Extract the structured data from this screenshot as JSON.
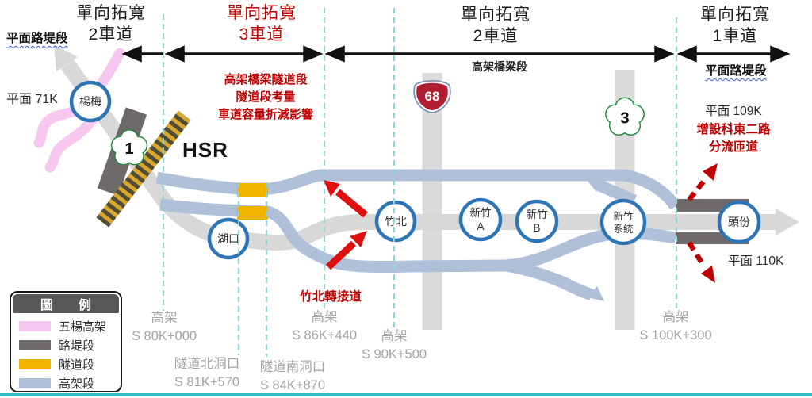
{
  "sections": [
    {
      "title": "單向拓寬",
      "lanes": "2車道"
    },
    {
      "title": "單向拓寬",
      "lanes": "3車道",
      "notes": [
        "高架橋梁隧道段",
        "隧道段考量",
        "車道容量折減影響"
      ]
    },
    {
      "title": "單向拓寬",
      "lanes": "2車道",
      "sub": "高架橋梁段"
    },
    {
      "title": "單向拓寬",
      "lanes": "1車道",
      "sub": "平面路堤段"
    }
  ],
  "labels": {
    "surface_embankment_left": "平面路堤段",
    "km_71": "平面 71K",
    "km_109": "平面 109K",
    "km_110": "平面 110K",
    "ramp_note_1": "增設科東二路",
    "ramp_note_2": "分流匝道",
    "transfer_note": "竹北轉接道",
    "hsr": "HSR"
  },
  "stations": [
    {
      "lines": [
        "楊梅"
      ]
    },
    {
      "lines": [
        "湖口"
      ]
    },
    {
      "lines": [
        "竹北"
      ]
    },
    {
      "lines": [
        "新竹",
        "A"
      ]
    },
    {
      "lines": [
        "新竹",
        "B"
      ]
    },
    {
      "lines": [
        "新竹",
        "系統"
      ]
    },
    {
      "lines": [
        "頭份"
      ]
    }
  ],
  "shields": {
    "national_1": "1",
    "provincial_68": "68",
    "national_3": "3"
  },
  "chainages": [
    {
      "line1": "高架",
      "line2": "S 80K+000"
    },
    {
      "line1": "隧道北洞口",
      "line2": "S 81K+570"
    },
    {
      "line1": "隧道南洞口",
      "line2": "S 84K+870"
    },
    {
      "line1": "高架",
      "line2": "S 86K+440"
    },
    {
      "line1": "高架",
      "line2": "S 90K+500"
    },
    {
      "line1": "高架",
      "line2": "S 100K+300"
    }
  ],
  "legend": {
    "title": "圖　　例",
    "items": [
      {
        "label": "五楊高架",
        "color": "#F7C7EF"
      },
      {
        "label": "路堤段",
        "color": "#6E6A69"
      },
      {
        "label": "隧道段",
        "color": "#F2B200"
      },
      {
        "label": "高架段",
        "color": "#AFC0D8"
      }
    ]
  },
  "colors": {
    "red_accent": "#C00000",
    "arrow_red": "#E01010",
    "teal_divider": "#8FD6D6",
    "teal_rule": "#2FBCBC",
    "road_gray": "#D8D8D8",
    "embankment_gray": "#6E6A69",
    "elevated_blue": "#AFC0D8",
    "tunnel_yellow": "#F2B200",
    "circle_blue": "#2E75B6",
    "shield_green": "#1B8A3C",
    "shield_red": "#B01E32"
  }
}
